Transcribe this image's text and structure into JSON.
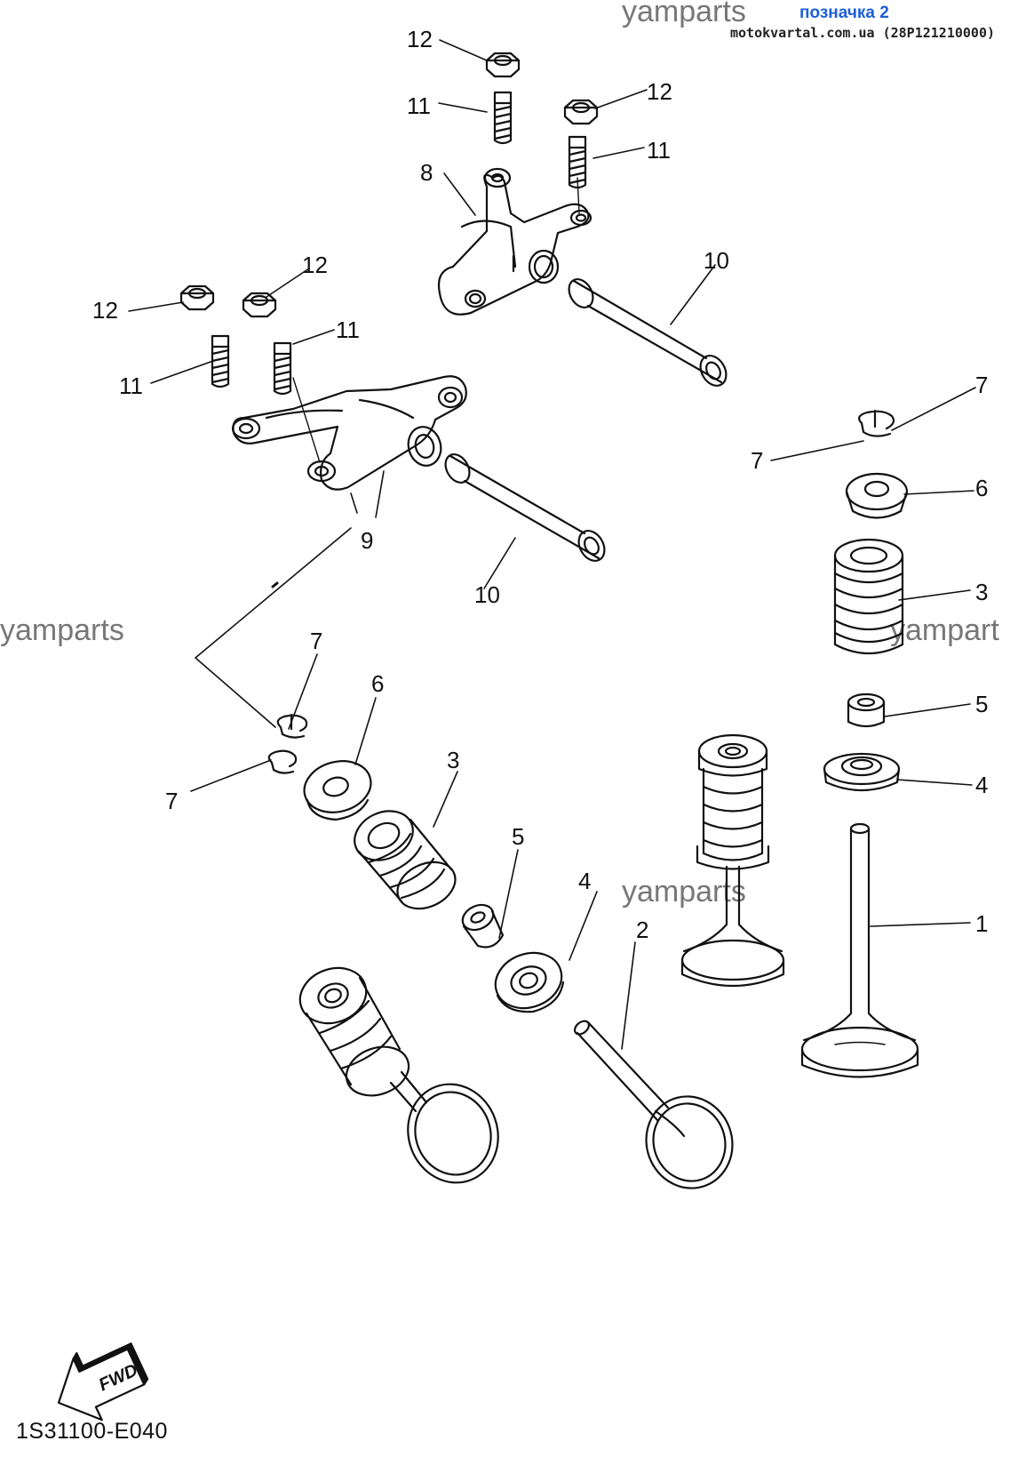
{
  "header": {
    "watermark": "yamparts",
    "link_label": "позначка 2",
    "site_label": "motokvartal.com.ua (28P121210000)"
  },
  "watermarks": [
    "yamparts",
    "yamparts",
    "yampart",
    "yamparts"
  ],
  "callouts": {
    "n1": "1",
    "n2": "2",
    "n3": "3",
    "n4": "4",
    "n5": "5",
    "n6": "6",
    "n7": "7",
    "n8": "8",
    "n9": "9",
    "n10": "10",
    "n11": "11",
    "n12": "12"
  },
  "fwd_label": "FWD",
  "diagram_code": "1S31100-E040"
}
